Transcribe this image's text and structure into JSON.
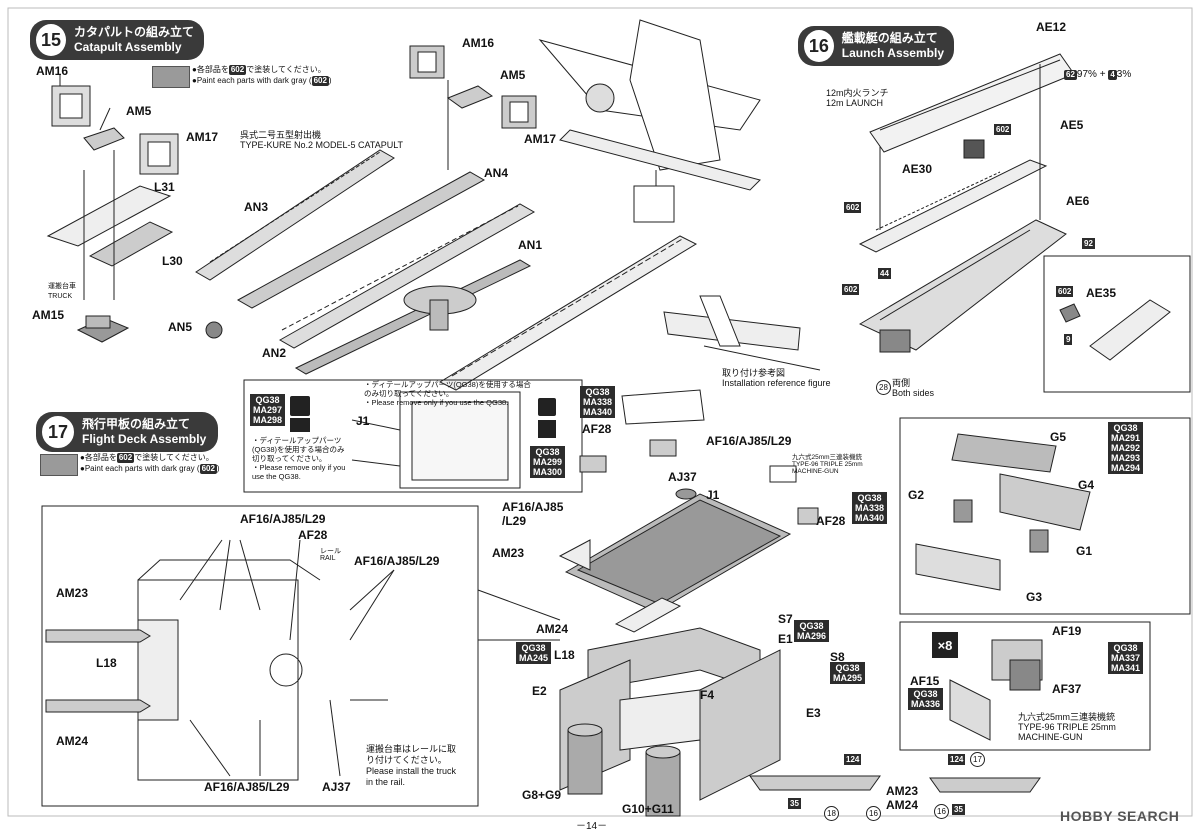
{
  "step15": {
    "num": "15",
    "jp": "カタパルトの組み立て",
    "en": "Catapult Assembly"
  },
  "step16": {
    "num": "16",
    "jp": "艦載艇の組み立て",
    "en": "Launch Assembly"
  },
  "step17": {
    "num": "17",
    "jp": "飛行甲板の組み立て",
    "en": "Flight Deck Assembly"
  },
  "paint_note": {
    "jp_pre": "●各部品を",
    "code": "602",
    "jp_post": "で塗装してください。",
    "en_pre": "●Paint each parts with dark gray (",
    "en_post": ")"
  },
  "catapult_name": {
    "jp": "呉式二号五型射出機",
    "en": "TYPE-KURE No.2 MODEL-5 CATAPULT"
  },
  "truck": {
    "jp": "運搬台車",
    "en": "TRUCK"
  },
  "launch_name": {
    "jp": "12m内火ランチ",
    "en": "12m LAUNCH"
  },
  "mix": {
    "c1": "62",
    "t1": "97% + ",
    "c2": "4",
    "t2": "3%"
  },
  "install_ref": {
    "jp": "取り付け参考図",
    "en": "Installation reference figure"
  },
  "both_sides": {
    "num": "28",
    "jp": "両側",
    "en": "Both sides"
  },
  "detail_note": {
    "jp1": "・ディテールアップパーツ(QG38)を使用する場合",
    "jp2": "のみ切り取ってください。",
    "en1": "・Please remove only if you use the QG38.",
    "jp3": "・ディテールアップパーツ",
    "jp4": "(QG38)を使用する場合のみ",
    "jp5": "切り取ってください。",
    "en2": "・Please remove only if you",
    "en3": "use the QG38."
  },
  "mg_name": {
    "jp": "九六式25mm三連装機銃",
    "en1": "TYPE-96 TRIPLE 25mm",
    "en2": "MACHINE-GUN"
  },
  "mg_name2": {
    "jp": "九六式25mm三連装機銃",
    "en1": "TYPE-96 TRIPLE 25mm",
    "en2": "MACHINE-GUN"
  },
  "rail_note": {
    "jp1": "運搬台車はレールに取",
    "jp2": "り付けてください。",
    "en1": "Please install the truck",
    "en2": "in the rail."
  },
  "rail_label": {
    "jp": "レール",
    "en": "RAIL"
  },
  "x8": "×8",
  "labels": {
    "am16a": "AM16",
    "am5a": "AM5",
    "am17a": "AM17",
    "l31": "L31",
    "l30": "L30",
    "am15": "AM15",
    "am16b": "AM16",
    "am5b": "AM5",
    "am17b": "AM17",
    "an4": "AN4",
    "an3": "AN3",
    "an1": "AN1",
    "an5": "AN5",
    "an2": "AN2",
    "ae12": "AE12",
    "ae5": "AE5",
    "ae30": "AE30",
    "ae6": "AE6",
    "ae35": "AE35",
    "j1a": "J1",
    "j1b": "J1",
    "af28a": "AF28",
    "af16a": "AF16/AJ85/L29",
    "aj37a": "AJ37",
    "af16b": "AF16/AJ85",
    "l29b": "/L29",
    "af28b": "AF28",
    "am23a": "AM23",
    "am24a": "AM24",
    "s7": "S7",
    "e1": "E1",
    "s8": "S8",
    "l18a": "L18",
    "e2": "E2",
    "f4": "F4",
    "e3": "E3",
    "g8g9": "G8+G9",
    "g10g11": "G10+G11",
    "am23b": "AM23",
    "am24b": "AM24",
    "g5": "G5",
    "g2": "G2",
    "g4": "G4",
    "g1": "G1",
    "g3": "G3",
    "af19": "AF19",
    "af15": "AF15",
    "af37": "AF37",
    "p_af16a": "AF16/AJ85/L29",
    "p_af28": "AF28",
    "p_af16b": "AF16/AJ85/L29",
    "p_am23": "AM23",
    "p_l18": "L18",
    "p_am24": "AM24",
    "p_af16c": "AF16/AJ85/L29",
    "p_aj37": "AJ37"
  },
  "qg": {
    "q1": [
      "QG38",
      "MA297",
      "MA298"
    ],
    "q2": [
      "QG38",
      "MA299",
      "MA300"
    ],
    "q3": [
      "QG38",
      "MA338",
      "MA340"
    ],
    "q4": [
      "QG38",
      "MA338",
      "MA340"
    ],
    "q5": [
      "QG38",
      "MA291",
      "MA292",
      "MA293",
      "MA294"
    ],
    "q6": [
      "QG38",
      "MA296"
    ],
    "q7": [
      "QG38",
      "MA245"
    ],
    "q8": [
      "QG38",
      "MA295"
    ],
    "q9": [
      "QG38",
      "MA337",
      "MA341"
    ],
    "q10": [
      "QG38",
      "MA336"
    ]
  },
  "paint_codes": {
    "c602a": "602",
    "c602b": "602",
    "c602c": "602",
    "c92": "92",
    "c44": "44",
    "c602d": "602",
    "c9": "9",
    "c124a": "124",
    "c124b": "124",
    "c35a": "35",
    "c35b": "35"
  },
  "circle_nums": {
    "n18": "18",
    "n16": "16",
    "n17": "17",
    "n16b": "16"
  },
  "page_number": "－14－",
  "watermark": "HOBBY SEARCH",
  "colors": {
    "header_bg": "#3a3a3a",
    "swatch": "#9a9a9a",
    "code_bg": "#2c2c2c"
  }
}
